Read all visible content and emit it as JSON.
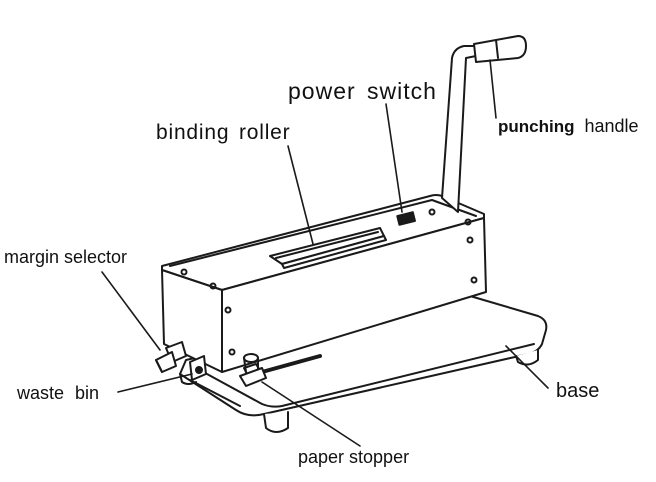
{
  "diagram": {
    "labels": {
      "power_switch": "power switch",
      "binding_roller": "binding roller",
      "punching": "punching",
      "handle": "handle",
      "margin_selector": "margin selector",
      "waste_bin": "waste bin",
      "base": "base",
      "paper_stopper": "paper stopper"
    },
    "colors": {
      "line": "#1a1a1a",
      "fill": "#ffffff"
    }
  }
}
